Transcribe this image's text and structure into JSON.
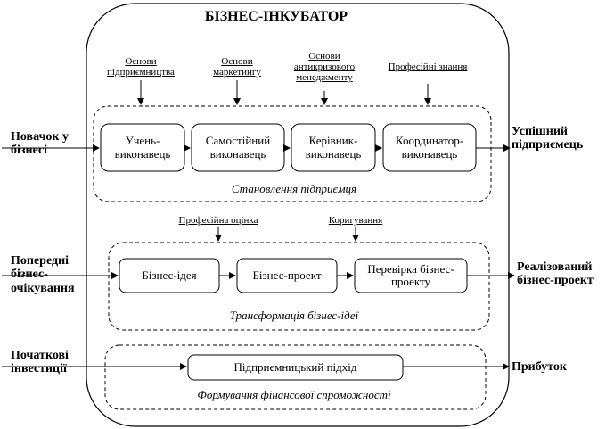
{
  "title": "БІЗНЕС-ІНКУБАТОР",
  "inputs": {
    "newcomer": "Новачок у бізнесі",
    "expectations": "Попередні бізнес-очікування",
    "investments": "Початкові інвестиції"
  },
  "outputs": {
    "entrepreneur": "Успішний підприємець",
    "project": "Реалізований бізнес-проект",
    "profit": "Прибуток"
  },
  "row1": {
    "top_labels": [
      "Основи підприємництва",
      "Основи маркетингу",
      "Основи антикризового менеджменту",
      "Професійні знання"
    ],
    "boxes": [
      "Учень-виконавець",
      "Самостійний виконавець",
      "Керівник-виконавець",
      "Координатор-виконавець"
    ],
    "caption": "Становлення підприємця"
  },
  "row2": {
    "top_labels": [
      "Професійна оцінка",
      "Коригування"
    ],
    "boxes": [
      "Бізнес-ідея",
      "Бізнес-проект",
      "Перевірка бізнес-проекту"
    ],
    "caption": "Трансформація бізнес-ідеї"
  },
  "row3": {
    "boxes": [
      "Підприємницький підхід"
    ],
    "caption": "Формування фінансової спроможності"
  }
}
